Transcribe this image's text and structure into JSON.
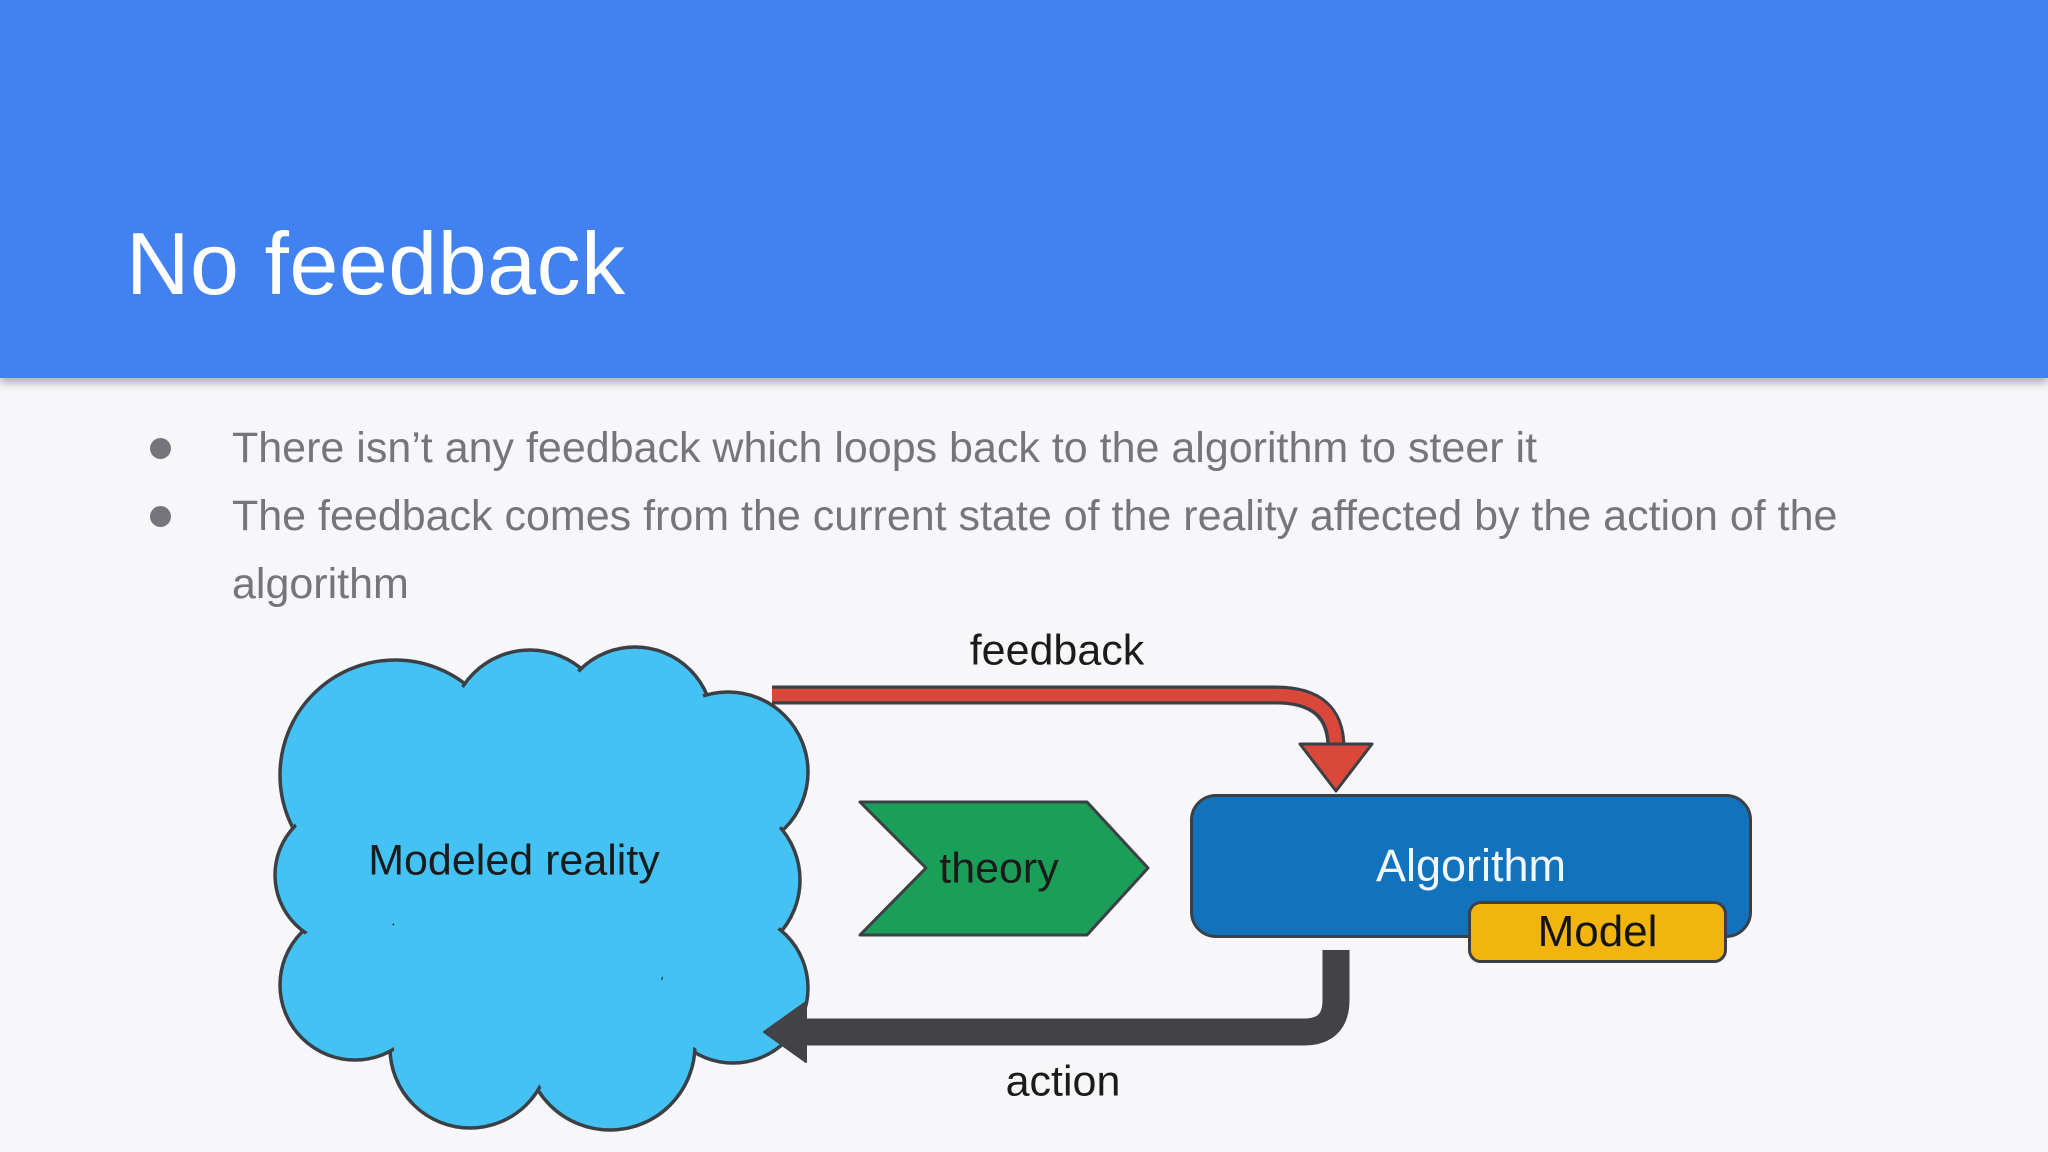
{
  "slide": {
    "title": "No feedback",
    "bullets": [
      "There isn’t any feedback which loops back to the algorithm to steer it",
      "The feedback comes from the current state of the reality affected by the action of the algorithm"
    ]
  },
  "diagram": {
    "cloud_label": "Modeled reality",
    "theory_label": "theory",
    "algorithm_label": "Algorithm",
    "model_label": "Model",
    "feedback_label": "feedback",
    "action_label": "action"
  },
  "colors": {
    "header-blue": "#4181f0",
    "page-bg": "#f7f6f8",
    "body-gray": "#76757b",
    "cloud-blue": "#45c2f4",
    "theory-green": "#1b9e57",
    "algorithm-blue": "#1273bc",
    "model-yellow": "#f2b50d",
    "feedback-red": "#d9483b",
    "action-dark": "#434347",
    "outline": "#3a4045"
  }
}
